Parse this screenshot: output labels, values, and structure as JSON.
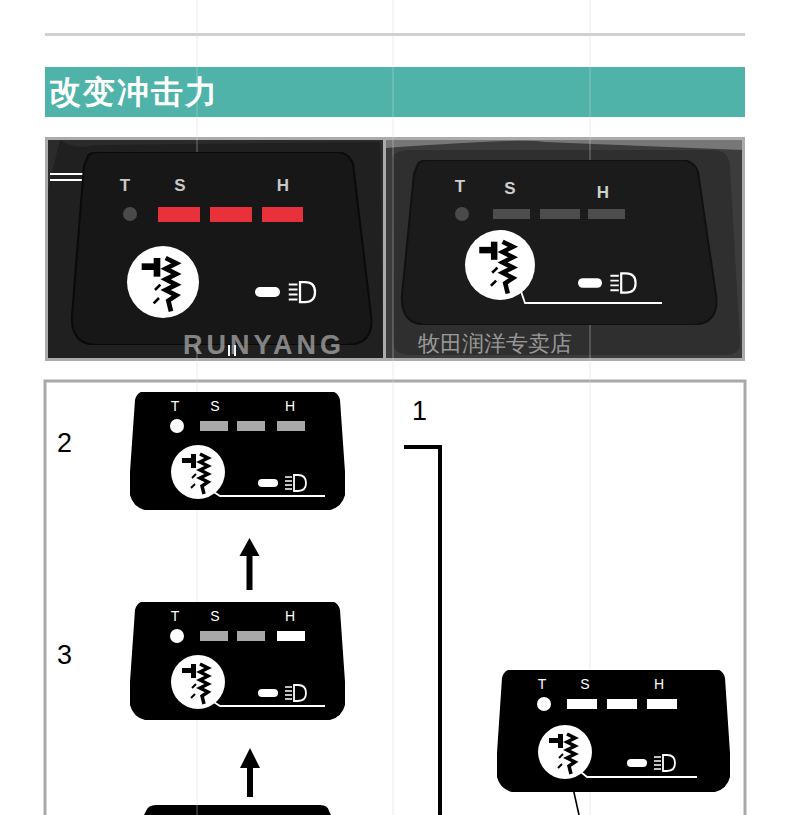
{
  "diagram": {
    "title": "改变冲击力",
    "nodes": [
      {
        "text": [
          "T",
          "S",
          "H"
        ]
      },
      {
        "text": [
          "T",
          "S",
          "H"
        ]
      },
      {
        "text": [
          "T",
          "S",
          "H"
        ]
      },
      {
        "text": [
          "T",
          "S",
          "H"
        ]
      },
      {
        "text": [
          "T",
          "S",
          "H"
        ]
      }
    ],
    "edges": [
      {
        "from": 3,
        "to": 2,
        "arrow": "to"
      }
    ],
    "labels": [
      "2",
      "3",
      "1",
      "RUNYANG",
      "牧田润洋专卖店"
    ]
  }
}
